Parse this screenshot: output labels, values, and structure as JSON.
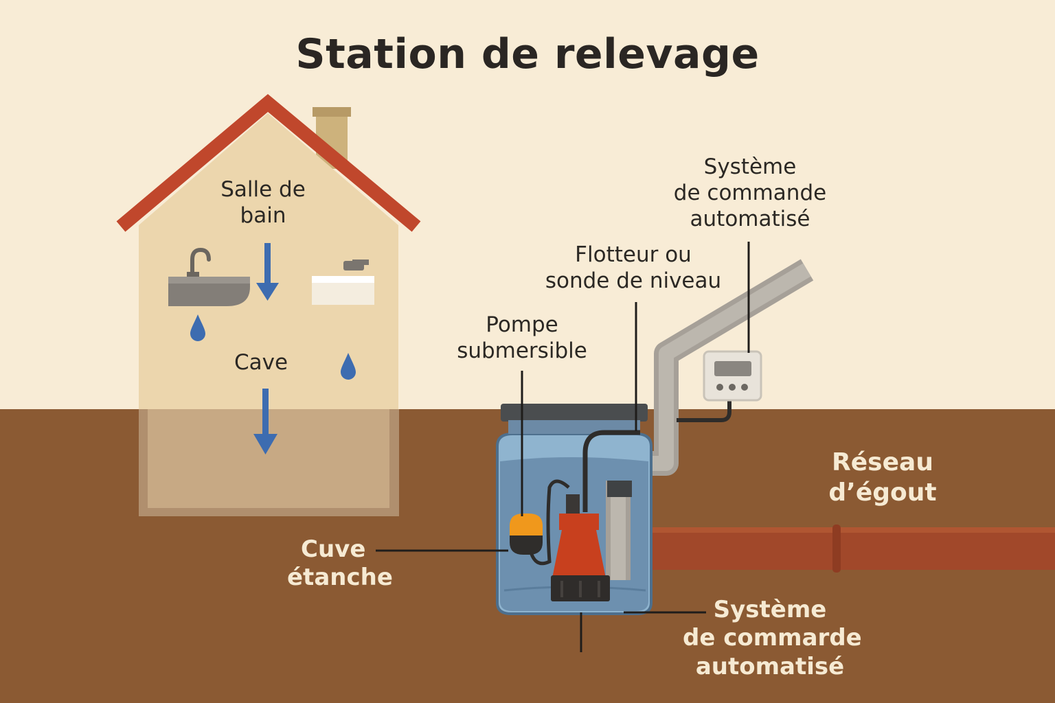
{
  "title": "Station de relevage",
  "labels": {
    "salle_de_bain": [
      "Salle de",
      "bain"
    ],
    "cave": "Cave",
    "pompe": [
      "Pompe",
      "submersible"
    ],
    "flotteur": [
      "Flotteur ou",
      "sonde de niveau"
    ],
    "commande_top": [
      "Système",
      "de commande",
      "automatisé"
    ],
    "reseau": [
      "Réseau",
      "d’égout"
    ],
    "cuve": [
      "Cuve",
      "étanche"
    ],
    "commande_bottom": [
      "Système",
      "de commarde",
      "automatisé"
    ]
  },
  "colors": {
    "sky": "#f8ecd6",
    "ground": "#8b5a33",
    "house_wall": "#ecd6ad",
    "roof": "#c0472c",
    "water": "#6d90af",
    "pump": "#c8401e",
    "float": "#f0981c",
    "pipe": "#b9b3aa",
    "sewer": "#a1482a",
    "arrow": "#3d6cb0"
  }
}
